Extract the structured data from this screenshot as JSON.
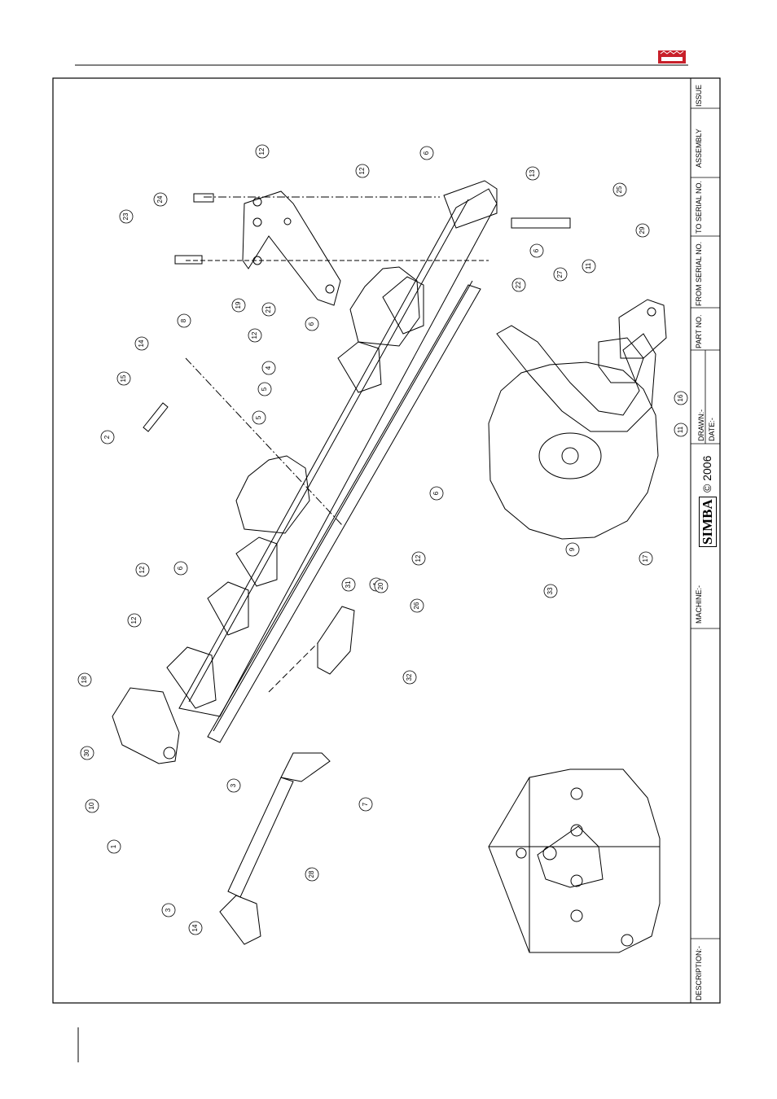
{
  "logo": {
    "text": "SIMBA",
    "color": "#c8202a"
  },
  "title_block": {
    "issue": "ISSUE",
    "assembly": "ASSEMBLY",
    "to_serial": "TO SERIAL NO.",
    "from_serial": "FROM SERIAL NO.",
    "part_no": "PART NO.",
    "drawn": "DRAWN:-",
    "date": "DATE:-",
    "copyright": "© 2006",
    "brand": "SIMBA",
    "machine": "MACHINE:-",
    "description": "DESCRIPTION:-"
  },
  "callouts": [
    "1",
    "2",
    "3",
    "3",
    "4",
    "4",
    "5",
    "5",
    "6",
    "6",
    "6",
    "6",
    "6",
    "7",
    "8",
    "9",
    "10",
    "11",
    "11",
    "12",
    "12",
    "12",
    "12",
    "12",
    "12",
    "13",
    "14",
    "14",
    "15",
    "16",
    "17",
    "18",
    "19",
    "20",
    "21",
    "22",
    "23",
    "24",
    "25",
    "26",
    "27",
    "28",
    "29",
    "30",
    "31",
    "32",
    "33"
  ]
}
